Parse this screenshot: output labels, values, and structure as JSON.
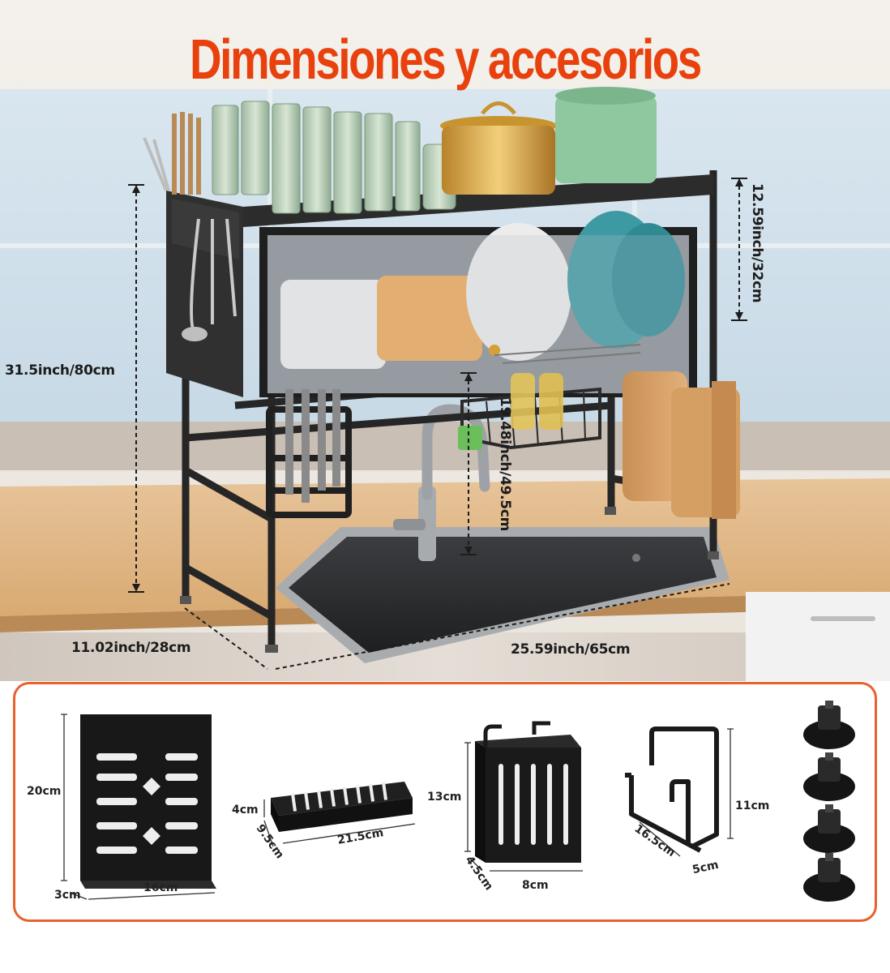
{
  "title": "Dimensiones y accesorios",
  "dimensions": {
    "height_total": "31.5inch/80cm",
    "depth": "11.02inch/28cm",
    "width": "25.59inch/65cm",
    "upper_shelf_height": "12.59inch/32cm",
    "clearance_height": "19.48inch/49.5cm"
  },
  "accessories": {
    "cutting_board_rack": {
      "height": "20cm",
      "width": "16cm",
      "depth": "3cm"
    },
    "plate_tray": {
      "height": "4cm",
      "depth": "9.5cm",
      "length": "21.5cm"
    },
    "utensil_holder": {
      "height": "13cm",
      "depth": "4.5cm",
      "width": "8cm"
    },
    "hook_rack": {
      "height": "11cm",
      "length": "16.5cm",
      "width": "5cm"
    }
  },
  "colors": {
    "title": "#e8410e",
    "frame": "#2a2a2a",
    "accent_border": "#e8612d"
  }
}
